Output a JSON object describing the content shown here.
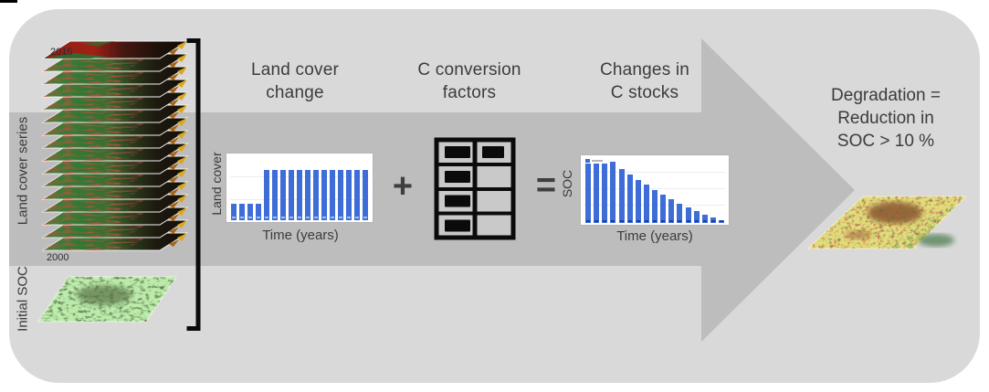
{
  "colors": {
    "page_bg": "#ffffff",
    "panel_bg": "#d9d9d9",
    "arrow_fill": "#bdbdbd",
    "bar_blue": "#3e6dd8",
    "text": "#3c3c3c",
    "icon_black": "#0b0b0b",
    "initial_soc_green": "#bcecab",
    "result_map_yellow": "#e1dd7c"
  },
  "left_panel": {
    "year_top": "2015",
    "year_bottom": "2000",
    "series_label": "Land cover series",
    "initial_soc_label": "Initial SOC",
    "layer_count": 16
  },
  "flow": {
    "step1": {
      "line1": "Land cover",
      "line2": "change"
    },
    "step2": {
      "line1": "C conversion",
      "line2": "factors"
    },
    "step3": {
      "line1": "Changes in",
      "line2": "C stocks"
    },
    "plus_operator": "+",
    "equals_operator": "=",
    "icons": {
      "conversion_table": "conversion-factors-table-icon",
      "flow_arrow": "flow-arrow-right-icon",
      "bracket": "grouping-bracket"
    }
  },
  "result": {
    "line1": "Degradation =",
    "line2": "Reduction in",
    "line3": "SOC > 10 %"
  },
  "chart_data": [
    {
      "type": "bar",
      "name": "land-cover-change-over-time",
      "ylabel": "Land cover",
      "xlabel": "Time (years)",
      "values": [
        1,
        1,
        1,
        1,
        3,
        3,
        3,
        3,
        3,
        3,
        3,
        3,
        3,
        3,
        3,
        3,
        3
      ],
      "ylim": [
        0,
        4
      ],
      "bar_color": "#3e6dd8",
      "grid": true,
      "legend_position": "none"
    },
    {
      "type": "bar",
      "name": "soc-decline-over-time",
      "ylabel": "SOC",
      "xlabel": "Time (years)",
      "values": [
        9.3,
        9.3,
        9.3,
        9.6,
        8.4,
        7.6,
        6.7,
        6.0,
        5.1,
        4.4,
        3.7,
        3.0,
        2.4,
        1.9,
        1.3,
        0.9,
        0.5
      ],
      "ylim": [
        0,
        10
      ],
      "bar_color": "#3e6dd8",
      "grid": true,
      "legend_position": "top-left"
    }
  ]
}
